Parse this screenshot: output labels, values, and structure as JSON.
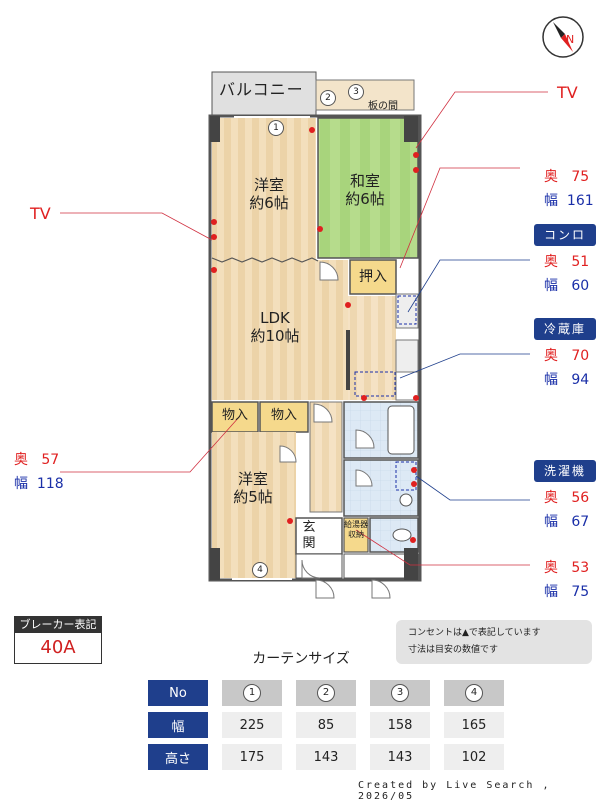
{
  "rooms": {
    "balcony": "バルコニー",
    "wooden_floor": "板の間",
    "western_room_1": [
      "洋室",
      "約6帖"
    ],
    "japanese_room": [
      "和室",
      "約6帖"
    ],
    "ldk": [
      "LDK",
      "約10帖"
    ],
    "western_room_2": [
      "洋室",
      "約5帖"
    ],
    "closet_oshiire": "押入",
    "storage_1": "物入",
    "storage_2": "物入",
    "entrance": [
      "玄",
      "関"
    ],
    "water_heater_storage": [
      "給湯器",
      "収納"
    ]
  },
  "window_badges": [
    "1",
    "2",
    "3",
    "4"
  ],
  "tv_labels": {
    "left": "TV",
    "right": "TV"
  },
  "dimensions": {
    "japanese_window": {
      "depth_label": "奥",
      "depth": "75",
      "width_label": "幅",
      "width": "161"
    },
    "stove": {
      "tag": "コンロ",
      "depth_label": "奥",
      "depth": "51",
      "width_label": "幅",
      "width": "60"
    },
    "fridge": {
      "tag": "冷蔵庫",
      "depth_label": "奥",
      "depth": "70",
      "width_label": "幅",
      "width": "94"
    },
    "storage": {
      "depth_label": "奥",
      "depth": "57",
      "width_label": "幅",
      "width": "118"
    },
    "washer": {
      "tag": "洗濯機",
      "depth_label": "奥",
      "depth": "56",
      "width_label": "幅",
      "width": "67"
    },
    "water_heater": {
      "depth_label": "奥",
      "depth": "53",
      "width_label": "幅",
      "width": "75"
    }
  },
  "breaker": {
    "title": "ブレーカー表記",
    "value": "40A"
  },
  "notes": [
    "コンセントは▲で表記しています",
    "寸法は目安の数値です"
  ],
  "curtain": {
    "title": "カーテンサイズ",
    "row_headers": [
      "No",
      "幅",
      "高さ"
    ],
    "numbers": [
      "1",
      "2",
      "3",
      "4"
    ],
    "widths": [
      "225",
      "85",
      "158",
      "165"
    ],
    "heights": [
      "175",
      "143",
      "143",
      "102"
    ]
  },
  "credit": "Created by Live Search , 2026/05",
  "colors": {
    "outlet": "#e02020",
    "accent_blue": "#1f3f8c",
    "wood": "#ecd3a8",
    "tatami": "#a8d47c",
    "tile": "#d6e6f4"
  }
}
